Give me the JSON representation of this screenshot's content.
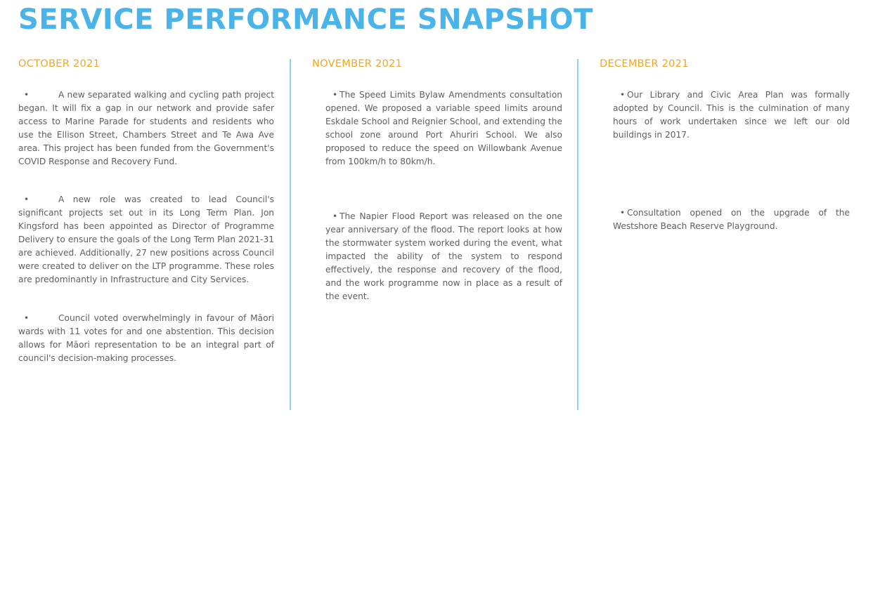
{
  "title": "SERVICE PERFORMANCE SNAPSHOT",
  "bullet": "•",
  "columns": [
    {
      "month": "OCTOBER 2021",
      "items": [
        "A new separated walking and cycling path project began. It will fix a gap in our network and provide safer access to Marine Parade for students and residents who use the Ellison Street, Chambers Street and Te Awa Ave area. This project has been funded from the Government's COVID Response and Recovery Fund.",
        "A new role was created to lead Council's significant projects set out in its Long Term Plan. Jon Kingsford has been appointed as Director of Programme Delivery to ensure the goals of the Long Term Plan 2021-31 are achieved. Additionally, 27 new positions across Council were created to deliver on the LTP programme. These roles are predominantly in Infrastructure and City Services.",
        "Council voted overwhelmingly in favour of Māori wards with 11 votes for and one abstention. This decision allows for Māori representation to be an integral part of council's decision-making processes."
      ]
    },
    {
      "month": "NOVEMBER 2021",
      "items": [
        "The Speed Limits Bylaw Amendments consultation opened. We proposed a variable speed limits around Eskdale School and Reignier School, and extending the school zone around Port Ahuriri School. We also proposed to reduce the speed on Willowbank Avenue from 100km/h to 80km/h.",
        "The Napier Flood Report was released on the one year anniversary of the flood. The report looks at how the stormwater system worked during the event, what impacted the ability of the system to respond effectively, the response and recovery of the flood, and the work programme now in place as a result of the event."
      ]
    },
    {
      "month": "DECEMBER 2021",
      "items": [
        "Our Library and Civic Area Plan was formally adopted by Council. This is the culmination of many hours of work undertaken since we left our old buildings in 2017.",
        "Consultation opened on the upgrade of the Westshore Beach Reserve Playground."
      ]
    }
  ],
  "colors": {
    "title": "#4ab3e8",
    "month": "#f5a623",
    "divider": "#8fd3ee",
    "body_text": "#5e5e5e"
  }
}
